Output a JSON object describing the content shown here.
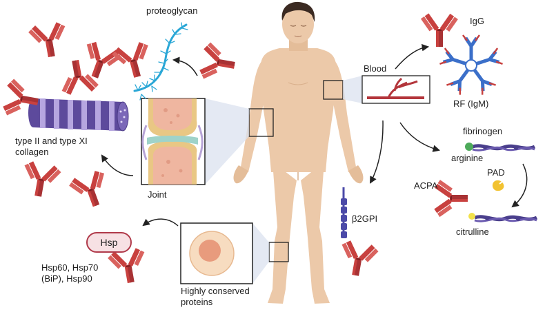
{
  "labels": {
    "proteoglycan": "proteoglycan",
    "igg": "IgG",
    "blood": "Blood",
    "rf": "RF (IgM)",
    "collagen": "type II and type XI\ncollagen",
    "joint": "Joint",
    "fibrinogen": "fibrinogen",
    "arginine": "arginine",
    "pad": "PAD",
    "acpa": "ACPA",
    "citrulline": "citrulline",
    "b2gpi": "β2GPI",
    "hsp": "Hsp",
    "hsp_list": "Hsp60, Hsp70\n(BiP), Hsp90",
    "conserved": "Highly conserved\nproteins"
  },
  "colors": {
    "antibody_red": "#c8413f",
    "antibody_dark": "#7a1f22",
    "igm_blue": "#3b6fc9",
    "skin": "#ecc9a9",
    "skin_shadow": "#d9b08c",
    "hair": "#3b2a22",
    "vessel": "#b3353b",
    "collagen_purple": "#5d4a9c",
    "fibrinogen_purple": "#4a3f8c",
    "proteoglycan_blue": "#2aa7d6",
    "pad_yellow": "#f2c230",
    "arginine_green": "#4daa5a",
    "b2gpi_blue": "#4b4aa8",
    "hsp_pink": "#f7e1e4",
    "inset_fill": "#dbe2ef"
  },
  "icons": [
    "antibody-icon",
    "igm-pentamer-icon",
    "collagen-fibril-icon",
    "proteoglycan-icon",
    "joint-icon",
    "blood-vessel-icon",
    "fibrinogen-icon",
    "pad-enzyme-icon",
    "b2gpi-icon",
    "cell-icon",
    "human-body-icon"
  ]
}
